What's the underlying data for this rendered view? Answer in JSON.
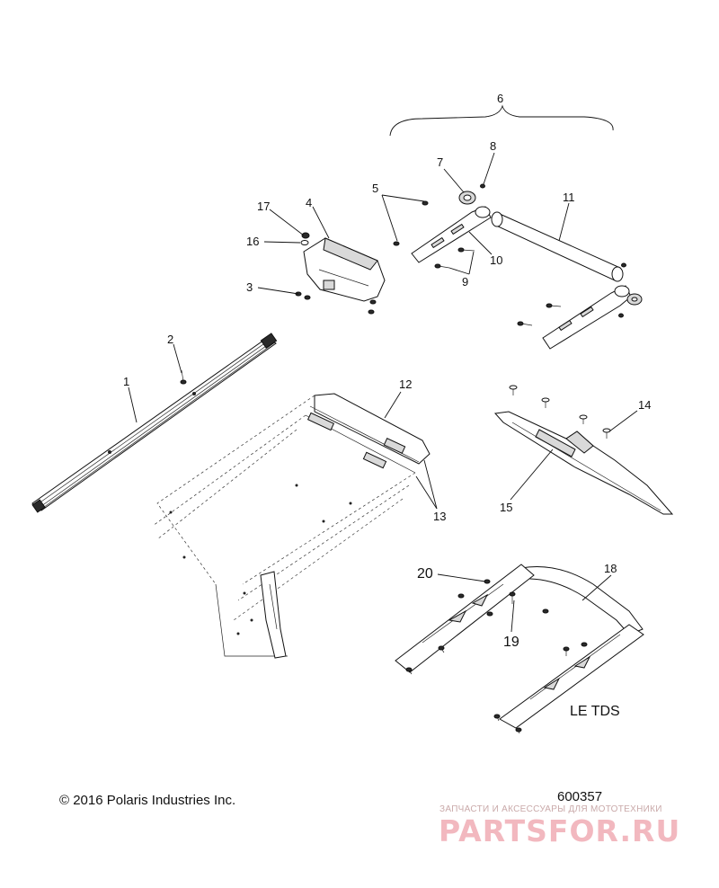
{
  "diagram": {
    "callouts": [
      {
        "id": "1",
        "label": "1"
      },
      {
        "id": "2",
        "label": "2"
      },
      {
        "id": "3",
        "label": "3"
      },
      {
        "id": "4",
        "label": "4"
      },
      {
        "id": "5",
        "label": "5"
      },
      {
        "id": "6",
        "label": "6"
      },
      {
        "id": "7",
        "label": "7"
      },
      {
        "id": "8",
        "label": "8"
      },
      {
        "id": "9",
        "label": "9"
      },
      {
        "id": "10",
        "label": "10"
      },
      {
        "id": "11",
        "label": "11"
      },
      {
        "id": "12",
        "label": "12"
      },
      {
        "id": "13",
        "label": "13"
      },
      {
        "id": "14",
        "label": "14"
      },
      {
        "id": "15",
        "label": "15"
      },
      {
        "id": "16",
        "label": "16"
      },
      {
        "id": "17",
        "label": "17"
      },
      {
        "id": "18",
        "label": "18"
      },
      {
        "id": "19",
        "label": "19"
      },
      {
        "id": "20",
        "label": "20"
      }
    ],
    "variant_note": "LE TDS"
  },
  "footer": {
    "copyright": "© 2016 Polaris Industries Inc.",
    "diagram_code": "600357"
  },
  "watermark": {
    "caption": "ЗАПЧАСТИ И АКСЕССУАРЫ ДЛЯ МОТОТЕХНИКИ",
    "brand": "PARTSFOR.RU",
    "color": "#f2b8bf"
  }
}
